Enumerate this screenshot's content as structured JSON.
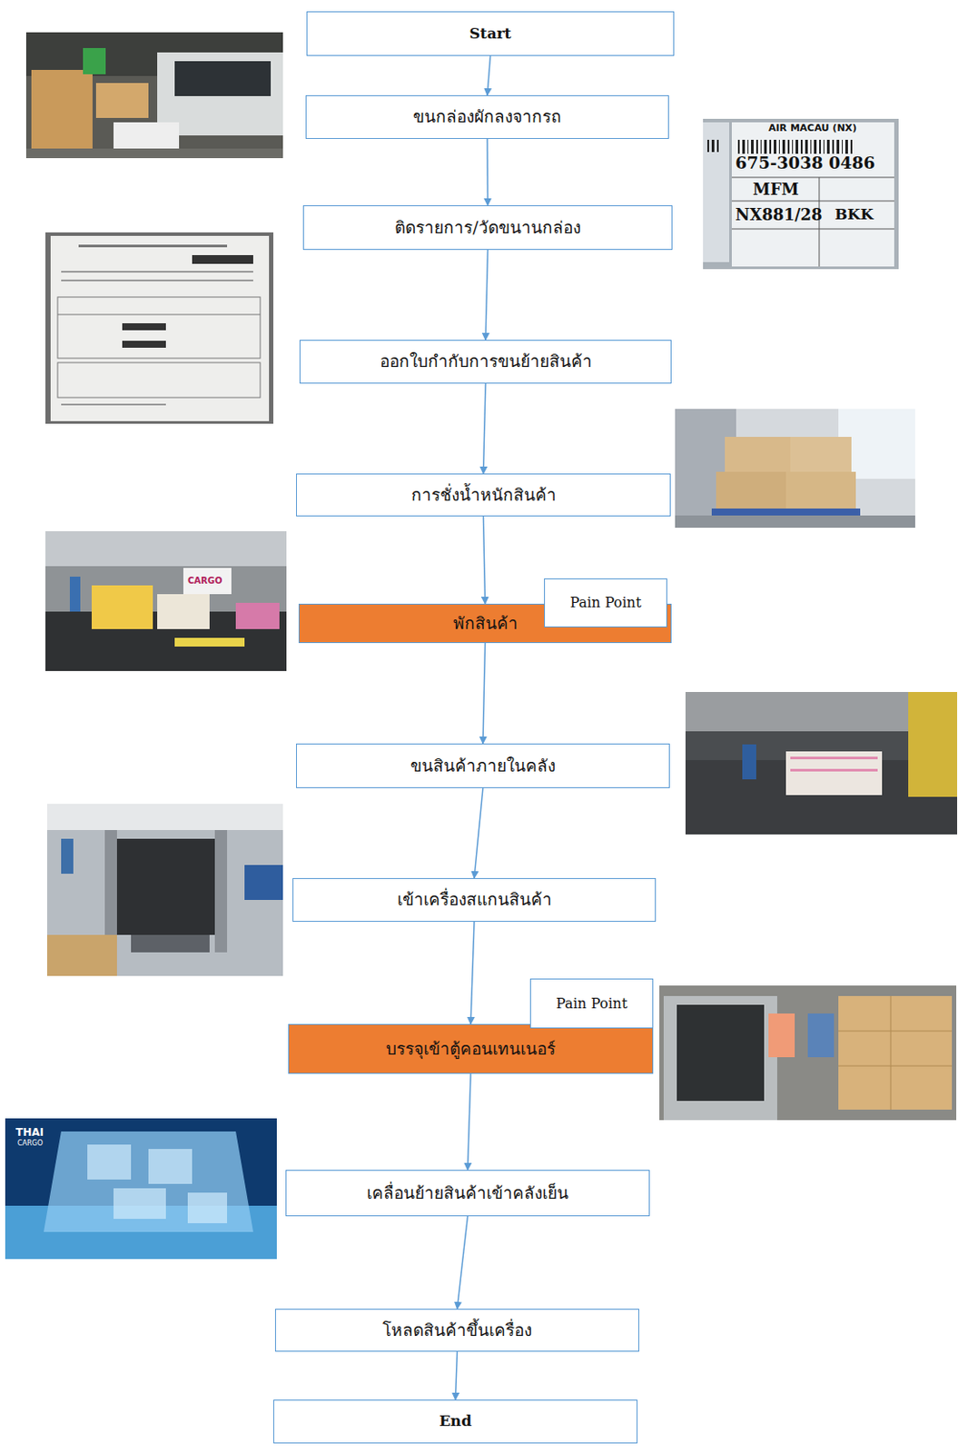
{
  "diagram": {
    "nodes": [
      {
        "text": [
          "Start"
        ]
      },
      {
        "text": [
          "ขนกล่องผักลงจากรถ"
        ]
      },
      {
        "text": [
          "ติดรายการ/วัดขนานกล่อง"
        ]
      },
      {
        "text": [
          "ออกใบกำกับการขนย้ายสินค้า"
        ]
      },
      {
        "text": [
          "การชั่งน้ำหนักสินค้า"
        ]
      },
      {
        "text": [
          "พักสินค้า"
        ]
      },
      {
        "text": [
          "Pain Point"
        ]
      },
      {
        "text": [
          "ขนสินค้าภายในคลัง"
        ]
      },
      {
        "text": [
          "เข้าเครื่องสแกนสินค้า"
        ]
      },
      {
        "text": [
          "บรรจุเข้าตู้คอนเทนเนอร์"
        ]
      },
      {
        "text": [
          "Pain Point"
        ]
      },
      {
        "text": [
          "เคลื่อนย้ายสินค้าเข้าคลังเย็น"
        ]
      },
      {
        "text": [
          "โหลดสินค้าขึ้นเครื่อง"
        ]
      },
      {
        "text": [
          "End"
        ]
      }
    ],
    "edges": [
      {
        "from": 0,
        "to": 1,
        "arrow": "to"
      },
      {
        "from": 1,
        "to": 2,
        "arrow": "to"
      },
      {
        "from": 2,
        "to": 3,
        "arrow": "to"
      },
      {
        "from": 3,
        "to": 4,
        "arrow": "to"
      },
      {
        "from": 4,
        "to": 5,
        "arrow": "to"
      },
      {
        "from": 5,
        "to": 7,
        "arrow": "to"
      },
      {
        "from": 7,
        "to": 8,
        "arrow": "to"
      },
      {
        "from": 8,
        "to": 9,
        "arrow": "to"
      },
      {
        "from": 9,
        "to": 11,
        "arrow": "to"
      },
      {
        "from": 11,
        "to": 12,
        "arrow": "to"
      },
      {
        "from": 12,
        "to": 13,
        "arrow": "to"
      }
    ],
    "labels": [
      "AIR MACAU (NX)",
      "675-3038 0486",
      "MFM",
      "NX881/28",
      "BKK",
      "CARGO",
      "THAI",
      "CARGO"
    ]
  }
}
